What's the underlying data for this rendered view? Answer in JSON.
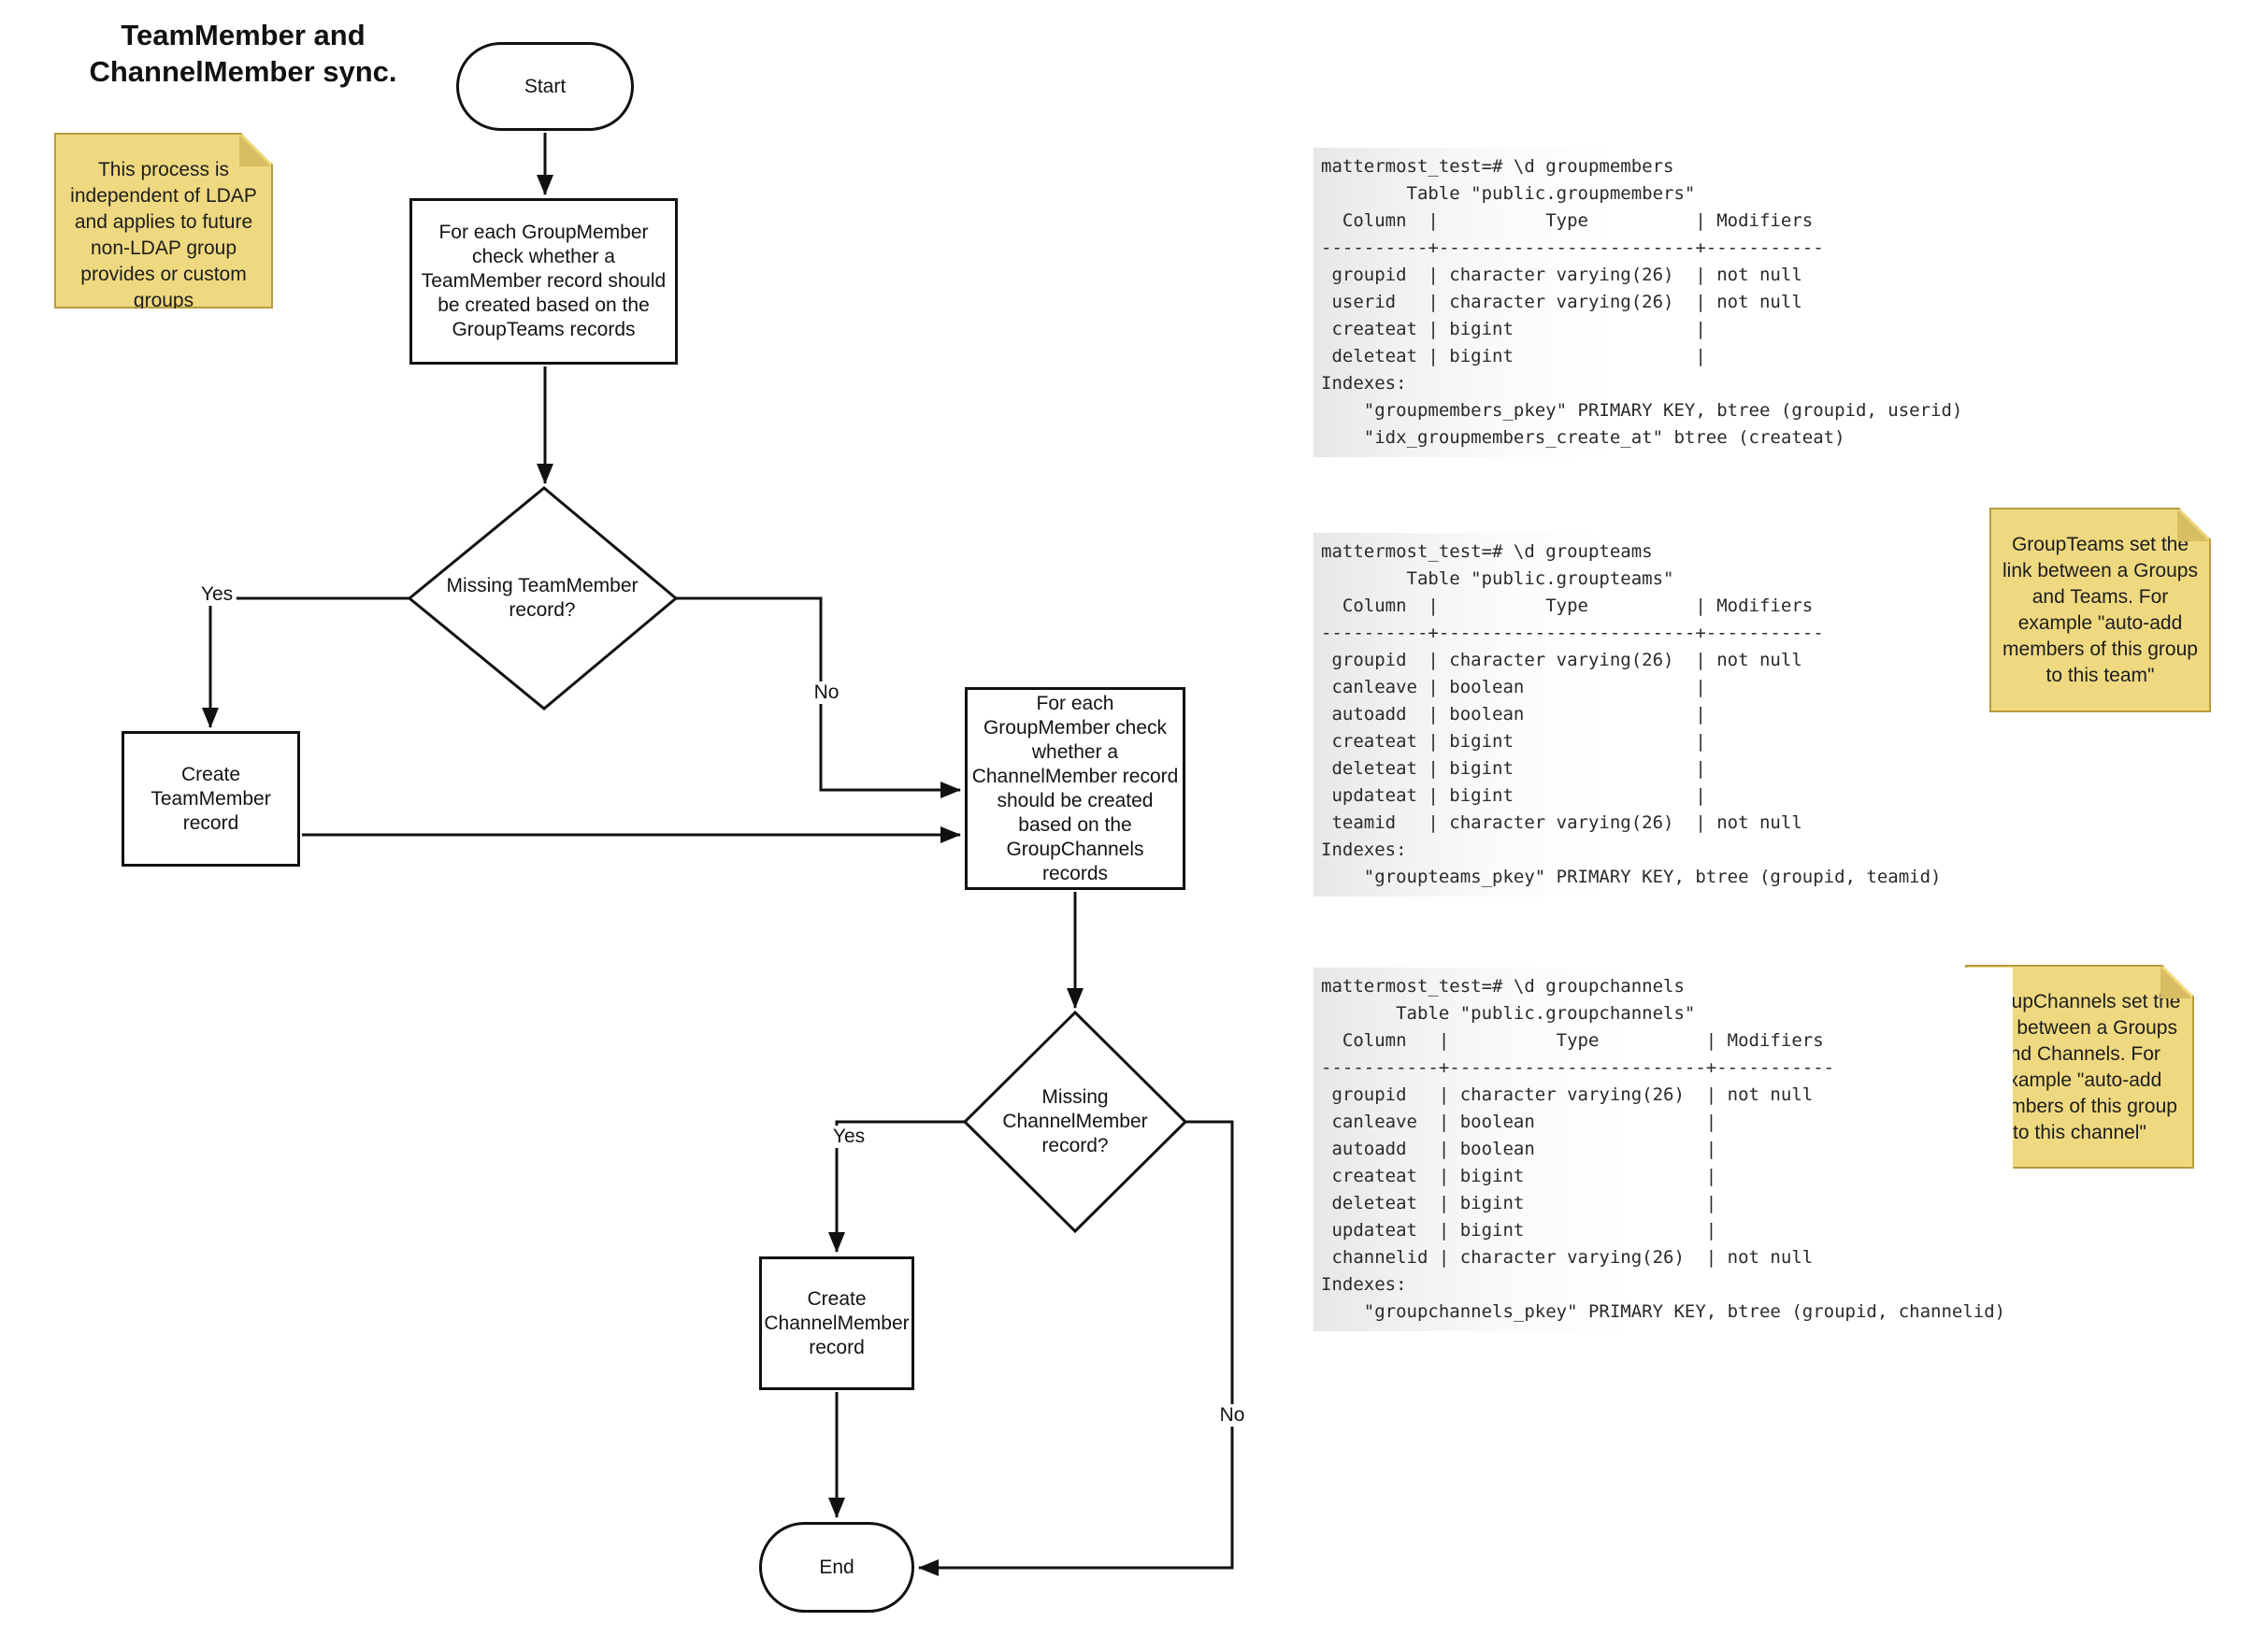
{
  "title": "TeamMember and\nChannelMember sync.",
  "colors": {
    "note_fill": "#efd980",
    "note_border": "#b89b3e",
    "note_fold": "#d9bd62",
    "line_color": "#111111"
  },
  "sticky_notes": [
    {
      "text": "This process is\nindependent of LDAP\nand applies to future\nnon-LDAP group\nprovides or custom\ngroups"
    },
    {
      "text": "GroupTeams set the\nlink between a Groups\nand Teams. For\nexample \"auto-add\nmembers of this group\nto this team\""
    },
    {
      "text": "GroupChannels set the\nlink between a Groups\nand Channels. For\nexample \"auto-add\nmembers of this group\nto this channel\""
    }
  ],
  "flowchart": {
    "start": "Start",
    "process1": "For each GroupMember\ncheck whether a\nTeamMember record should\nbe created based on the\nGroupTeams records",
    "decision1": "Missing TeamMember\nrecord?",
    "decision1_yes": "Yes",
    "decision1_no": "No",
    "create_team": "Create\nTeamMember\nrecord",
    "process2": "For each\nGroupMember check\nwhether a\nChannelMember record\nshould be created\nbased on the\nGroupChannels\nrecords",
    "decision2": "Missing\nChannelMember\nrecord?",
    "decision2_yes": "Yes",
    "decision2_no": "No",
    "create_channel": "Create\nChannelMember\nrecord",
    "end": "End"
  },
  "code_blocks": [
    {
      "lines": [
        "mattermost_test=# \\d groupmembers",
        "        Table \"public.groupmembers\"",
        "  Column  |          Type          | Modifiers",
        "----------+------------------------+-----------",
        " groupid  | character varying(26)  | not null",
        " userid   | character varying(26)  | not null",
        " createat | bigint                 |",
        " deleteat | bigint                 |",
        "Indexes:",
        "    \"groupmembers_pkey\" PRIMARY KEY, btree (groupid, userid)",
        "    \"idx_groupmembers_create_at\" btree (createat)"
      ]
    },
    {
      "lines": [
        "mattermost_test=# \\d groupteams",
        "        Table \"public.groupteams\"",
        "  Column  |          Type          | Modifiers",
        "----------+------------------------+-----------",
        " groupid  | character varying(26)  | not null",
        " canleave | boolean                |",
        " autoadd  | boolean                |",
        " createat | bigint                 |",
        " deleteat | bigint                 |",
        " updateat | bigint                 |",
        " teamid   | character varying(26)  | not null",
        "Indexes:",
        "    \"groupteams_pkey\" PRIMARY KEY, btree (groupid, teamid)"
      ]
    },
    {
      "lines": [
        "mattermost_test=# \\d groupchannels",
        "       Table \"public.groupchannels\"",
        "  Column   |          Type          | Modifiers",
        "-----------+------------------------+-----------",
        " groupid   | character varying(26)  | not null",
        " canleave  | boolean                |",
        " autoadd   | boolean                |",
        " createat  | bigint                 |",
        " deleteat  | bigint                 |",
        " updateat  | bigint                 |",
        " channelid | character varying(26)  | not null",
        "Indexes:",
        "    \"groupchannels_pkey\" PRIMARY KEY, btree (groupid, channelid)"
      ]
    }
  ]
}
